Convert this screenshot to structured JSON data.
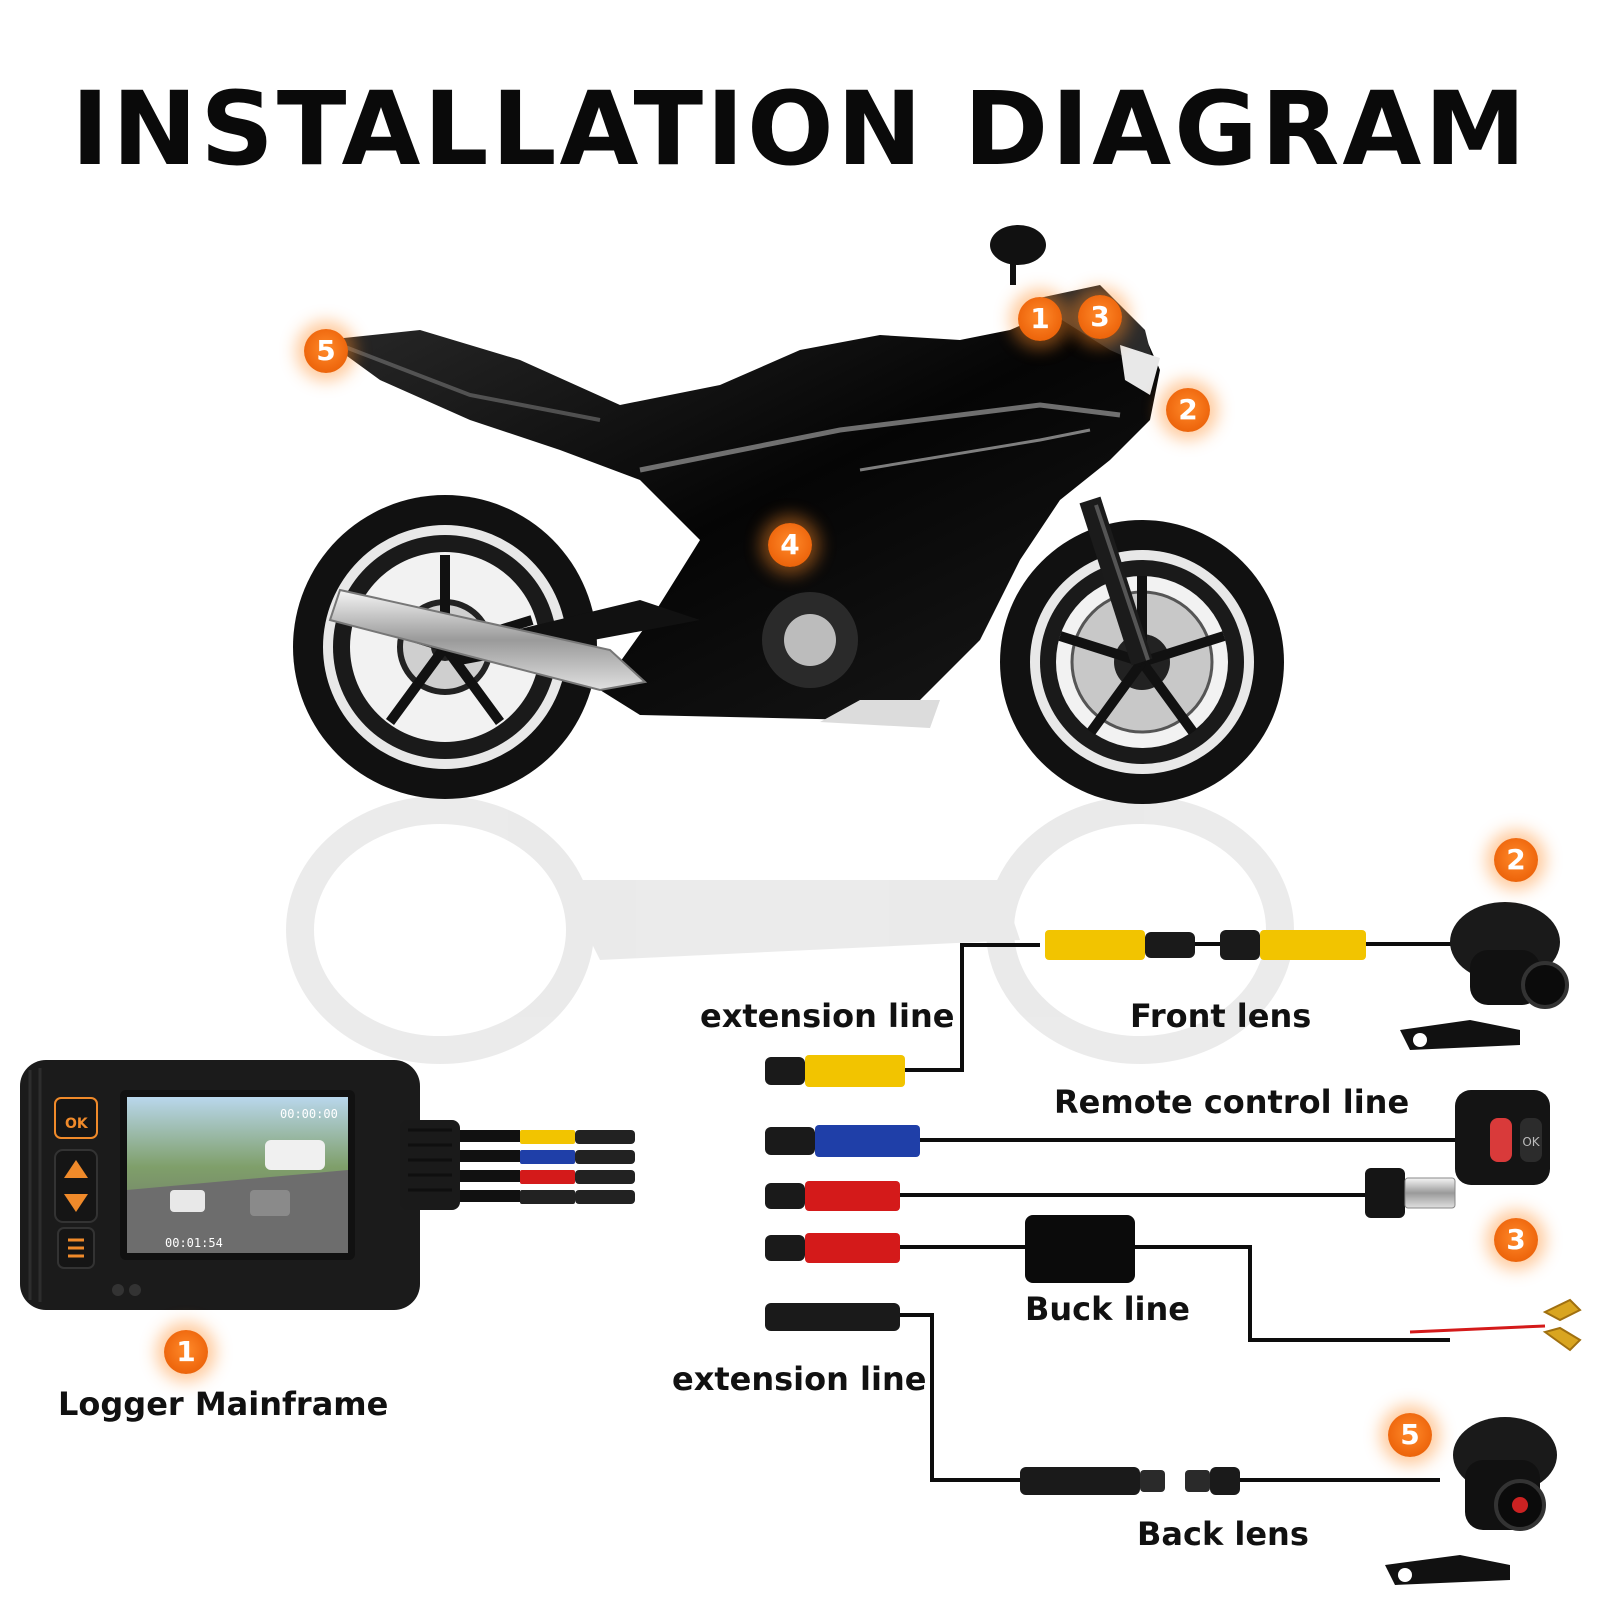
{
  "title": "INSTALLATION DIAGRAM",
  "badges": {
    "moto": [
      "1",
      "3",
      "2",
      "5",
      "4"
    ],
    "front_lens": "2",
    "usb": "3",
    "back_lens": "5",
    "mainframe": "1"
  },
  "labels": {
    "extension_line_top": "extension line",
    "front_lens": "Front lens",
    "remote_control_line": "Remote control line",
    "buck_line": "Buck line",
    "extension_line_bottom": "extension line",
    "back_lens": "Back lens",
    "logger_mainframe": "Logger Mainframe"
  },
  "device": {
    "ok_label": "OK",
    "rec_time": "00:00:00",
    "clip_time": "00:01:54"
  },
  "remote": {
    "ok_label": "OK"
  },
  "colors": {
    "accent": "#f06a10",
    "yellow_connector": "#f2c400",
    "blue_connector": "#1f3fa8",
    "red_connector": "#d41a1a"
  }
}
